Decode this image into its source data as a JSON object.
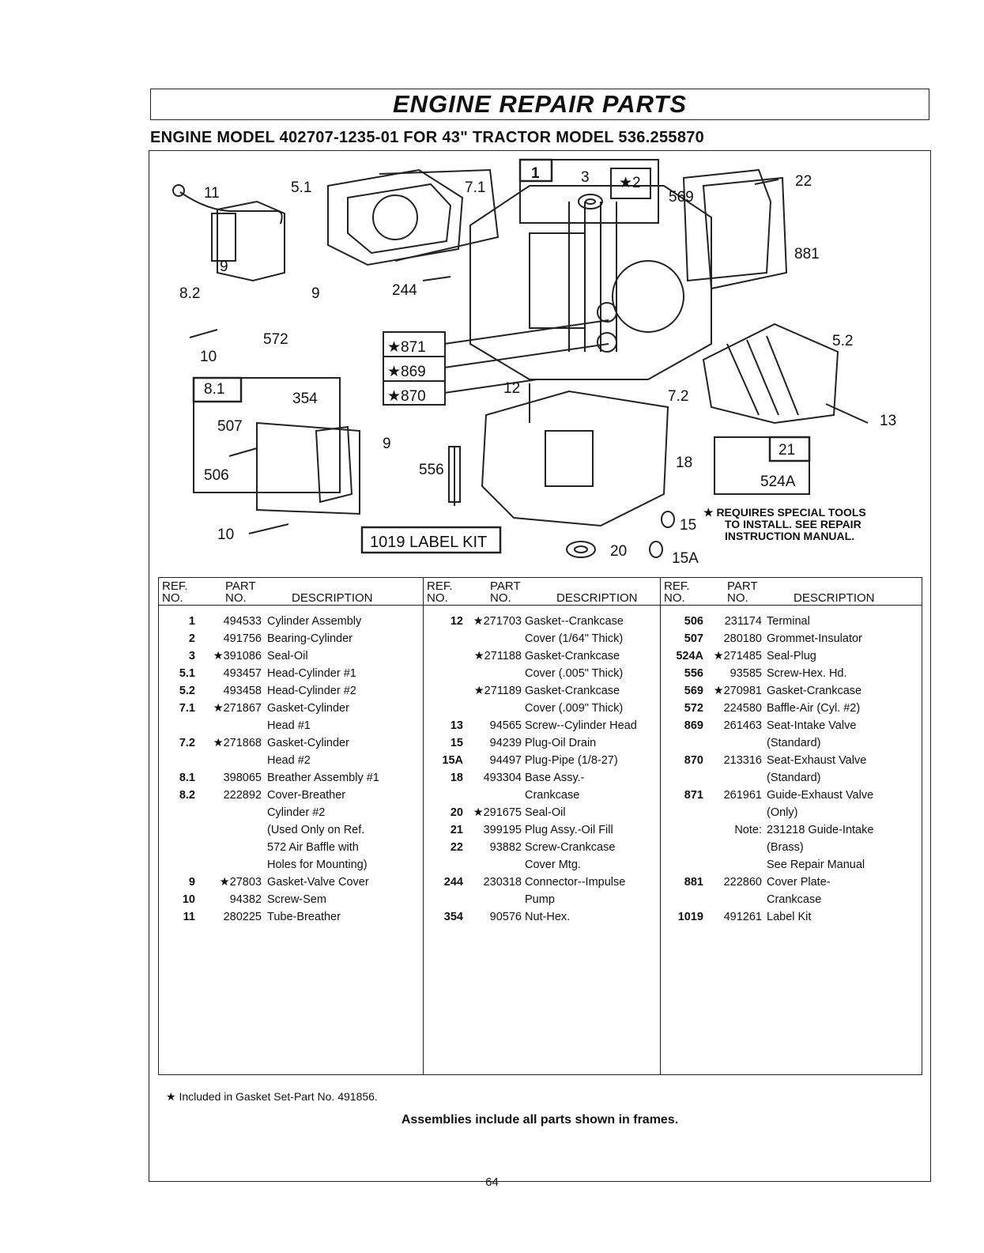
{
  "banner_title": "ENGINE REPAIR PARTS",
  "subtitle": "ENGINE MODEL 402707-1235-01 FOR 43\" TRACTOR MODEL 536.255870",
  "diagram": {
    "callouts": [
      "11",
      "5.1",
      "7.1",
      "1",
      "3",
      "★2",
      "569",
      "22",
      "881",
      "9",
      "8.2",
      "9",
      "244",
      "572",
      "10",
      "★871",
      "★869",
      "★870",
      "12",
      "5.2",
      "8.1",
      "354",
      "507",
      "506",
      "9",
      "7.2",
      "13",
      "556",
      "18",
      "21",
      "524A",
      "10",
      "15",
      "20",
      "15A"
    ],
    "label_kit": "1019 LABEL KIT",
    "special_tools_note": [
      "★ REQUIRES SPECIAL TOOLS",
      "TO INSTALL. SEE REPAIR",
      "INSTRUCTION MANUAL."
    ]
  },
  "table": {
    "headers": {
      "ref_line1": "REF.",
      "ref_line2": "NO.",
      "part_line1": "PART",
      "part_line2": "NO.",
      "description": "DESCRIPTION"
    },
    "columns": [
      [
        {
          "ref": "1",
          "part": "494533",
          "desc": "Cylinder Assembly"
        },
        {
          "ref": "2",
          "part": "491756",
          "desc": "Bearing-Cylinder"
        },
        {
          "ref": "3",
          "part": "★391086",
          "desc": "Seal-Oil"
        },
        {
          "ref": "5.1",
          "part": "493457",
          "desc": "Head-Cylinder #1"
        },
        {
          "ref": "5.2",
          "part": "493458",
          "desc": "Head-Cylinder #2"
        },
        {
          "ref": "7.1",
          "part": "★271867",
          "desc": "Gasket-Cylinder"
        },
        {
          "ref": "",
          "part": "",
          "desc": "Head #1"
        },
        {
          "ref": "7.2",
          "part": "★271868",
          "desc": "Gasket-Cylinder"
        },
        {
          "ref": "",
          "part": "",
          "desc": "Head #2"
        },
        {
          "ref": "8.1",
          "part": "398065",
          "desc": "Breather Assembly #1"
        },
        {
          "ref": "8.2",
          "part": "222892",
          "desc": "Cover-Breather"
        },
        {
          "ref": "",
          "part": "",
          "desc": "Cylinder #2"
        },
        {
          "ref": "",
          "part": "",
          "desc": "(Used Only on Ref."
        },
        {
          "ref": "",
          "part": "",
          "desc": "572 Air Baffle with"
        },
        {
          "ref": "",
          "part": "",
          "desc": "Holes for Mounting)"
        },
        {
          "ref": "9",
          "part": "★27803",
          "desc": "Gasket-Valve Cover"
        },
        {
          "ref": "10",
          "part": "94382",
          "desc": "Screw-Sem"
        },
        {
          "ref": "11",
          "part": "280225",
          "desc": "Tube-Breather"
        }
      ],
      [
        {
          "ref": "12",
          "part": "★271703",
          "desc": "Gasket--Crankcase"
        },
        {
          "ref": "",
          "part": "",
          "desc": "Cover (1/64\" Thick)"
        },
        {
          "ref": "",
          "part": "★271188",
          "desc": "Gasket-Crankcase"
        },
        {
          "ref": "",
          "part": "",
          "desc": "Cover (.005\" Thick)"
        },
        {
          "ref": "",
          "part": "★271189",
          "desc": "Gasket-Crankcase"
        },
        {
          "ref": "",
          "part": "",
          "desc": "Cover (.009\" Thick)"
        },
        {
          "ref": "13",
          "part": "94565",
          "desc": "Screw--Cylinder Head"
        },
        {
          "ref": "15",
          "part": "94239",
          "desc": "Plug-Oil Drain"
        },
        {
          "ref": "15A",
          "part": "94497",
          "desc": "Plug-Pipe (1/8-27)"
        },
        {
          "ref": "18",
          "part": "493304",
          "desc": "Base Assy.-"
        },
        {
          "ref": "",
          "part": "",
          "desc": "Crankcase"
        },
        {
          "ref": "20",
          "part": "★291675",
          "desc": "Seal-Oil"
        },
        {
          "ref": "21",
          "part": "399195",
          "desc": "Plug Assy.-Oil Fill"
        },
        {
          "ref": "22",
          "part": "93882",
          "desc": "Screw-Crankcase"
        },
        {
          "ref": "",
          "part": "",
          "desc": "Cover Mtg."
        },
        {
          "ref": "244",
          "part": "230318",
          "desc": "Connector--Impulse"
        },
        {
          "ref": "",
          "part": "",
          "desc": "Pump"
        },
        {
          "ref": "354",
          "part": "90576",
          "desc": "Nut-Hex."
        }
      ],
      [
        {
          "ref": "506",
          "part": "231174",
          "desc": "Terminal"
        },
        {
          "ref": "507",
          "part": "280180",
          "desc": "Grommet-Insulator"
        },
        {
          "ref": "524A",
          "part": "★271485",
          "desc": "Seal-Plug"
        },
        {
          "ref": "556",
          "part": "93585",
          "desc": "Screw-Hex. Hd."
        },
        {
          "ref": "569",
          "part": "★270981",
          "desc": "Gasket-Crankcase"
        },
        {
          "ref": "572",
          "part": "224580",
          "desc": "Baffle-Air (Cyl. #2)"
        },
        {
          "ref": "869",
          "part": "261463",
          "desc": "Seat-Intake Valve"
        },
        {
          "ref": "",
          "part": "",
          "desc": "(Standard)"
        },
        {
          "ref": "870",
          "part": "213316",
          "desc": "Seat-Exhaust Valve"
        },
        {
          "ref": "",
          "part": "",
          "desc": "(Standard)"
        },
        {
          "ref": "871",
          "part": "261961",
          "desc": "Guide-Exhaust Valve"
        },
        {
          "ref": "",
          "part": "",
          "desc": "(Only)"
        },
        {
          "ref": "",
          "part": "Note:",
          "desc": "231218 Guide-Intake"
        },
        {
          "ref": "",
          "part": "",
          "desc": "(Brass)"
        },
        {
          "ref": "",
          "part": "",
          "desc": "See Repair Manual"
        },
        {
          "ref": "881",
          "part": "222860",
          "desc": "Cover Plate-"
        },
        {
          "ref": "",
          "part": "",
          "desc": "Crankcase"
        },
        {
          "ref": "1019",
          "part": "491261",
          "desc": "Label Kit"
        }
      ]
    ]
  },
  "footnote": "★ Included in Gasket Set-Part No. 491856.",
  "assemblies_note": "Assemblies include all parts shown in frames.",
  "page_number": "64"
}
